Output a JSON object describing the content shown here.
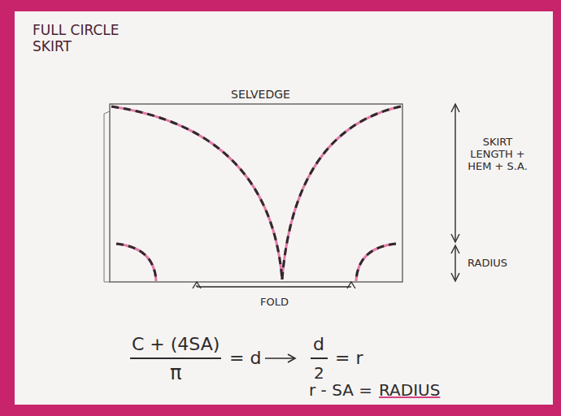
{
  "diagram": {
    "title": "FULL CIRCLE SKIRT",
    "labels": [
      "SELVEDGE",
      "SKIRT LENGTH + HEM + S.A.",
      "RADIUS",
      "FOLD",
      "C + (4SA)",
      "π",
      "= d",
      "d",
      "2",
      "= r",
      "r - SA =",
      "RADIUS"
    ]
  }
}
